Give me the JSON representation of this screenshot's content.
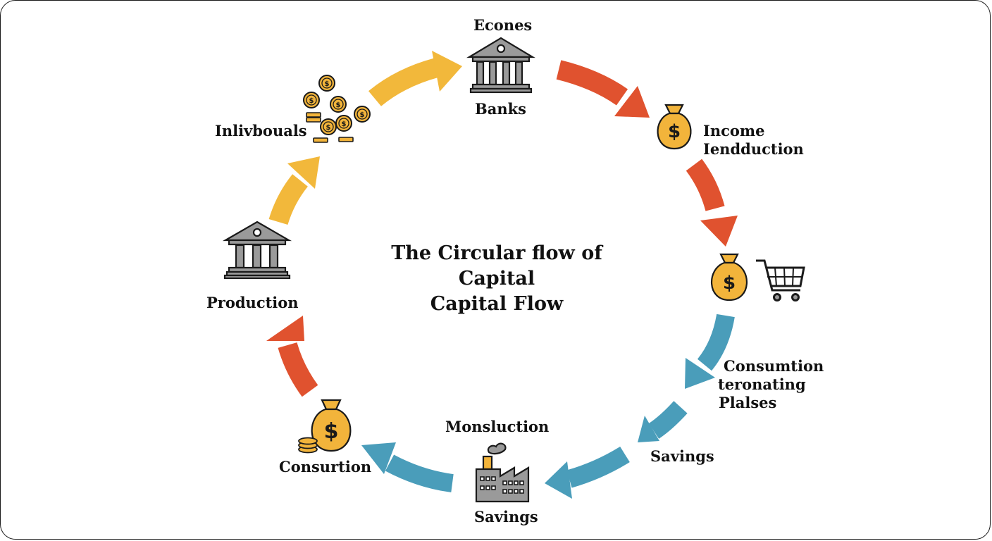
{
  "title": {
    "line1": "The Circular flow of",
    "line2": "Capital",
    "line3": "Capital Flow"
  },
  "nodes": {
    "top_label": "Econes",
    "banks": "Banks",
    "income_line1": "Income",
    "income_line2": "Iendduction",
    "consumption_line1": "Consumtion",
    "consumption_line2": "teronating",
    "consumption_line3": "Plalses",
    "savings_right": "Savings",
    "monsruction": "Monsluction",
    "savings_bottom": "Savings",
    "consurtion": "Consurtion",
    "production": "Production",
    "individuals": "Inlivbouals"
  },
  "colors": {
    "yellow": "#F2B83B",
    "red": "#E0522F",
    "blue": "#4A9DBA",
    "gold": "#F2B43B",
    "gray": "#9A9A9A"
  },
  "icons": [
    "bank-icon",
    "money-bag-icon",
    "shopping-cart-icon",
    "factory-icon",
    "coins-icon"
  ]
}
